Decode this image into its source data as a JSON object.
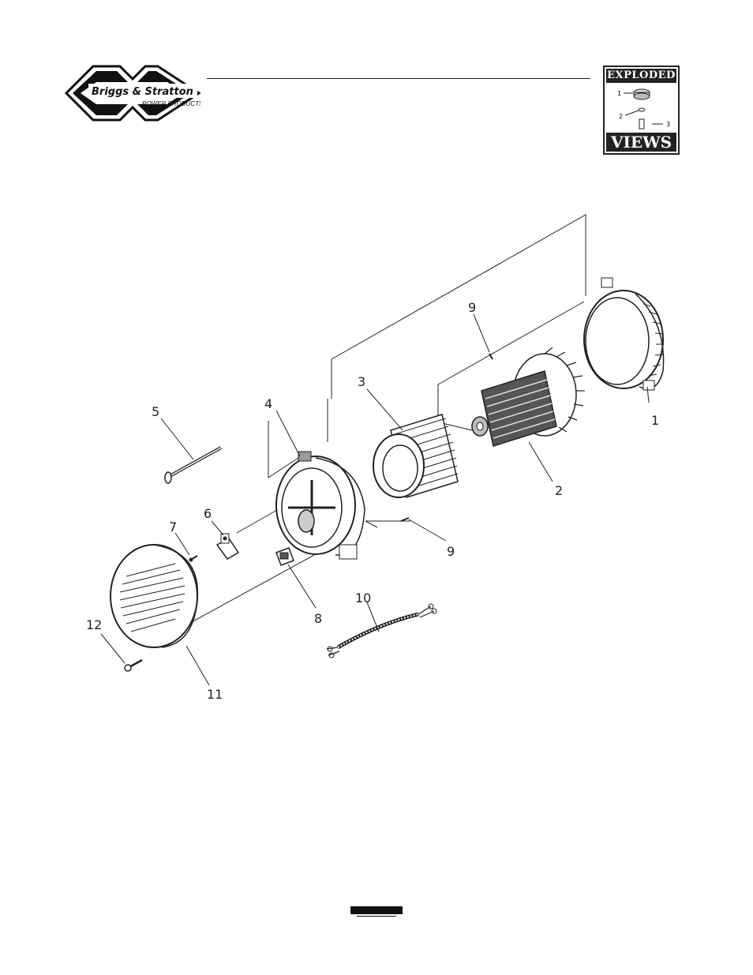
{
  "brand": {
    "name": "Briggs & Stratton",
    "sub": "POWER PRODUCTS"
  },
  "badge": {
    "top": "EXPLODED",
    "bottom": "VIEWS",
    "callouts": [
      "1",
      "2",
      "3"
    ]
  },
  "callouts": [
    "1",
    "2",
    "3",
    "4",
    "5",
    "6",
    "7",
    "8",
    "9",
    "9",
    "10",
    "11",
    "12"
  ]
}
